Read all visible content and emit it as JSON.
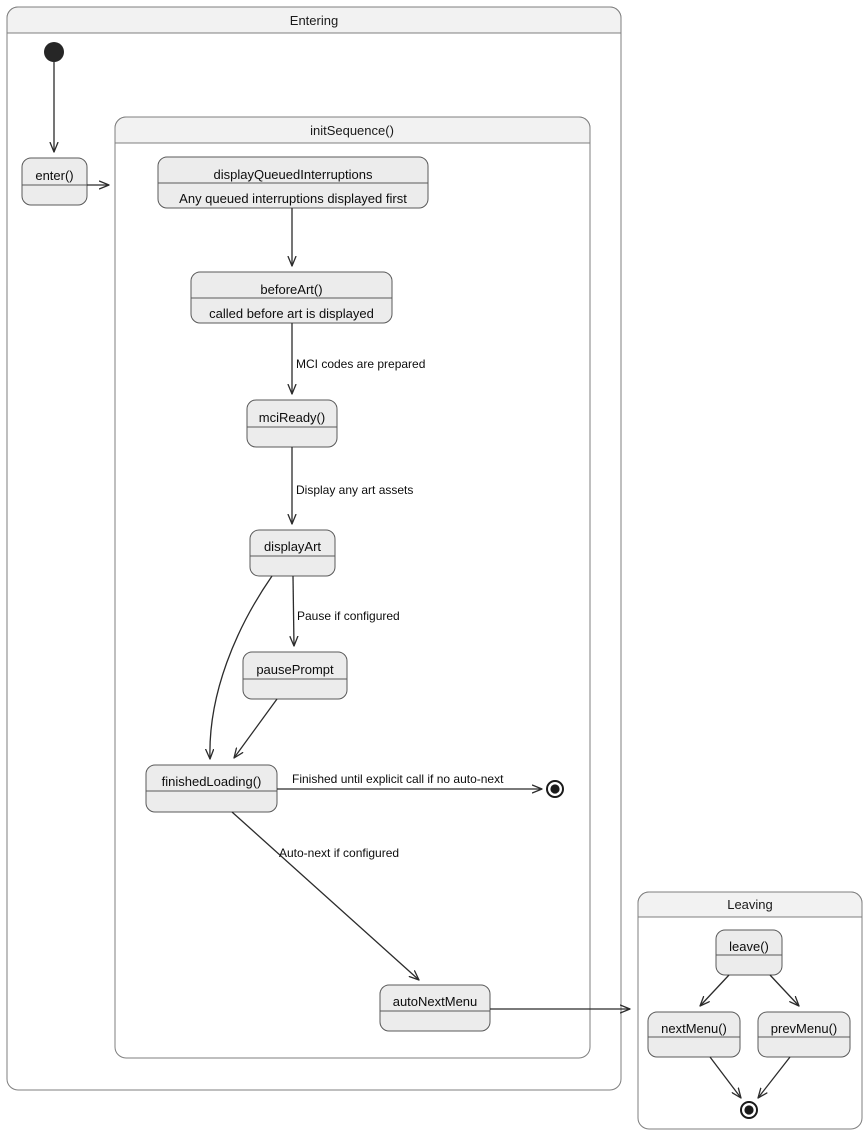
{
  "diagram": {
    "type": "uml-state-machine",
    "background": "#ffffff",
    "palette": {
      "state_fill": "#ececec",
      "state_stroke": "#5a5a5a",
      "composite_fill": "#ffffff",
      "composite_header_fill": "#f2f2f2",
      "composite_stroke": "#7f7f7f",
      "edge_color": "#2b2b2b",
      "text_color": "#0d0d0d"
    },
    "composites": {
      "entering": {
        "title": "Entering"
      },
      "init_sequence": {
        "title": "initSequence()"
      },
      "leaving": {
        "title": "Leaving"
      }
    },
    "states": {
      "enter": {
        "title": "enter()",
        "body": ""
      },
      "display_queued_interruptions": {
        "title": "displayQueuedInterruptions",
        "body": "Any queued interruptions displayed first"
      },
      "before_art": {
        "title": "beforeArt()",
        "body": "called before art is displayed"
      },
      "mci_ready": {
        "title": "mciReady()",
        "body": ""
      },
      "display_art": {
        "title": "displayArt",
        "body": ""
      },
      "pause_prompt": {
        "title": "pausePrompt",
        "body": ""
      },
      "finished_loading": {
        "title": "finishedLoading()",
        "body": ""
      },
      "auto_next_menu": {
        "title": "autoNextMenu",
        "body": ""
      },
      "leave": {
        "title": "leave()",
        "body": ""
      },
      "next_menu": {
        "title": "nextMenu()",
        "body": ""
      },
      "prev_menu": {
        "title": "prevMenu()",
        "body": ""
      }
    },
    "transitions": {
      "initial_to_enter": {
        "label": ""
      },
      "enter_to_init_sequence": {
        "label": ""
      },
      "dqi_to_before_art": {
        "label": ""
      },
      "before_art_to_mci_ready": {
        "label": "MCI codes are prepared"
      },
      "mci_ready_to_display_art": {
        "label": "Display any art assets"
      },
      "display_art_to_pause_prompt": {
        "label": "Pause if configured"
      },
      "display_art_to_finished_loading": {
        "label": ""
      },
      "pause_prompt_to_finished_loading": {
        "label": ""
      },
      "finished_loading_to_final": {
        "label": "Finished until explicit call if no auto-next"
      },
      "finished_loading_to_auto_next_menu": {
        "label": "Auto-next if configured"
      },
      "auto_next_menu_to_leaving": {
        "label": ""
      },
      "leave_to_next_menu": {
        "label": ""
      },
      "leave_to_prev_menu": {
        "label": ""
      },
      "next_menu_to_final": {
        "label": ""
      },
      "prev_menu_to_final": {
        "label": ""
      }
    },
    "pseudostates": {
      "initial_entering": {
        "kind": "initial"
      },
      "final_entering": {
        "kind": "final"
      },
      "final_leaving": {
        "kind": "final"
      }
    }
  }
}
